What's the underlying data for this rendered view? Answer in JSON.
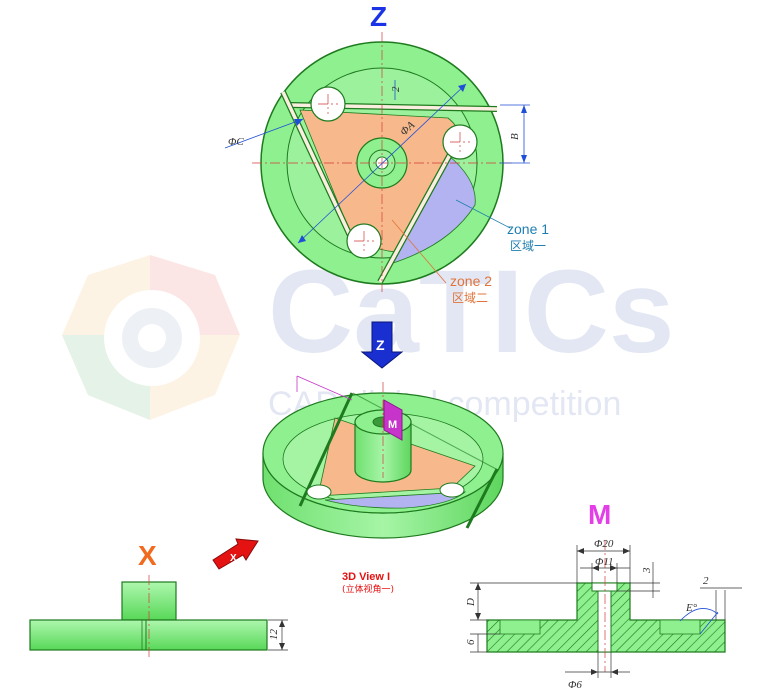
{
  "watermark": {
    "title": "CaTICs",
    "subtitle": "CAD digital competition"
  },
  "top_view": {
    "letter": "Z",
    "dim_c": "ΦC",
    "dim_a": "ΦA",
    "dim_b": "B",
    "dim_2": "2",
    "zone1_en": "zone 1",
    "zone1_cn": "区域一",
    "zone2_en": "zone 2",
    "zone2_cn": "区域二"
  },
  "iso_view": {
    "caption_en": "3D View I",
    "caption_cn": "(立体视角一)",
    "marker_label": "M",
    "arrow_z_label": "Z",
    "arrow_x_label": "X"
  },
  "front_view": {
    "letter": "X",
    "dim_12": "12"
  },
  "section_view": {
    "letter": "M",
    "dim_20": "Φ20",
    "dim_11": "Φ11",
    "dim_3": "3",
    "dim_2": "2",
    "dim_d": "D",
    "dim_6v": "6",
    "dim_e": "E°",
    "dim_6": "Φ6"
  },
  "colors": {
    "green_fill": "#8ef08e",
    "green_stroke": "#1e7a1e",
    "zone1_fill": "#b3b3f2",
    "zone2_fill": "#f7b98b",
    "letter_blue": "#1a33e6",
    "letter_orange": "#f26a1f",
    "letter_magenta": "#e43ee8",
    "dim_blue": "#1f4fd6",
    "zone_label_blue": "#1f7fb0",
    "zone_label_orange": "#e0743a",
    "caption_red": "#e51212"
  }
}
